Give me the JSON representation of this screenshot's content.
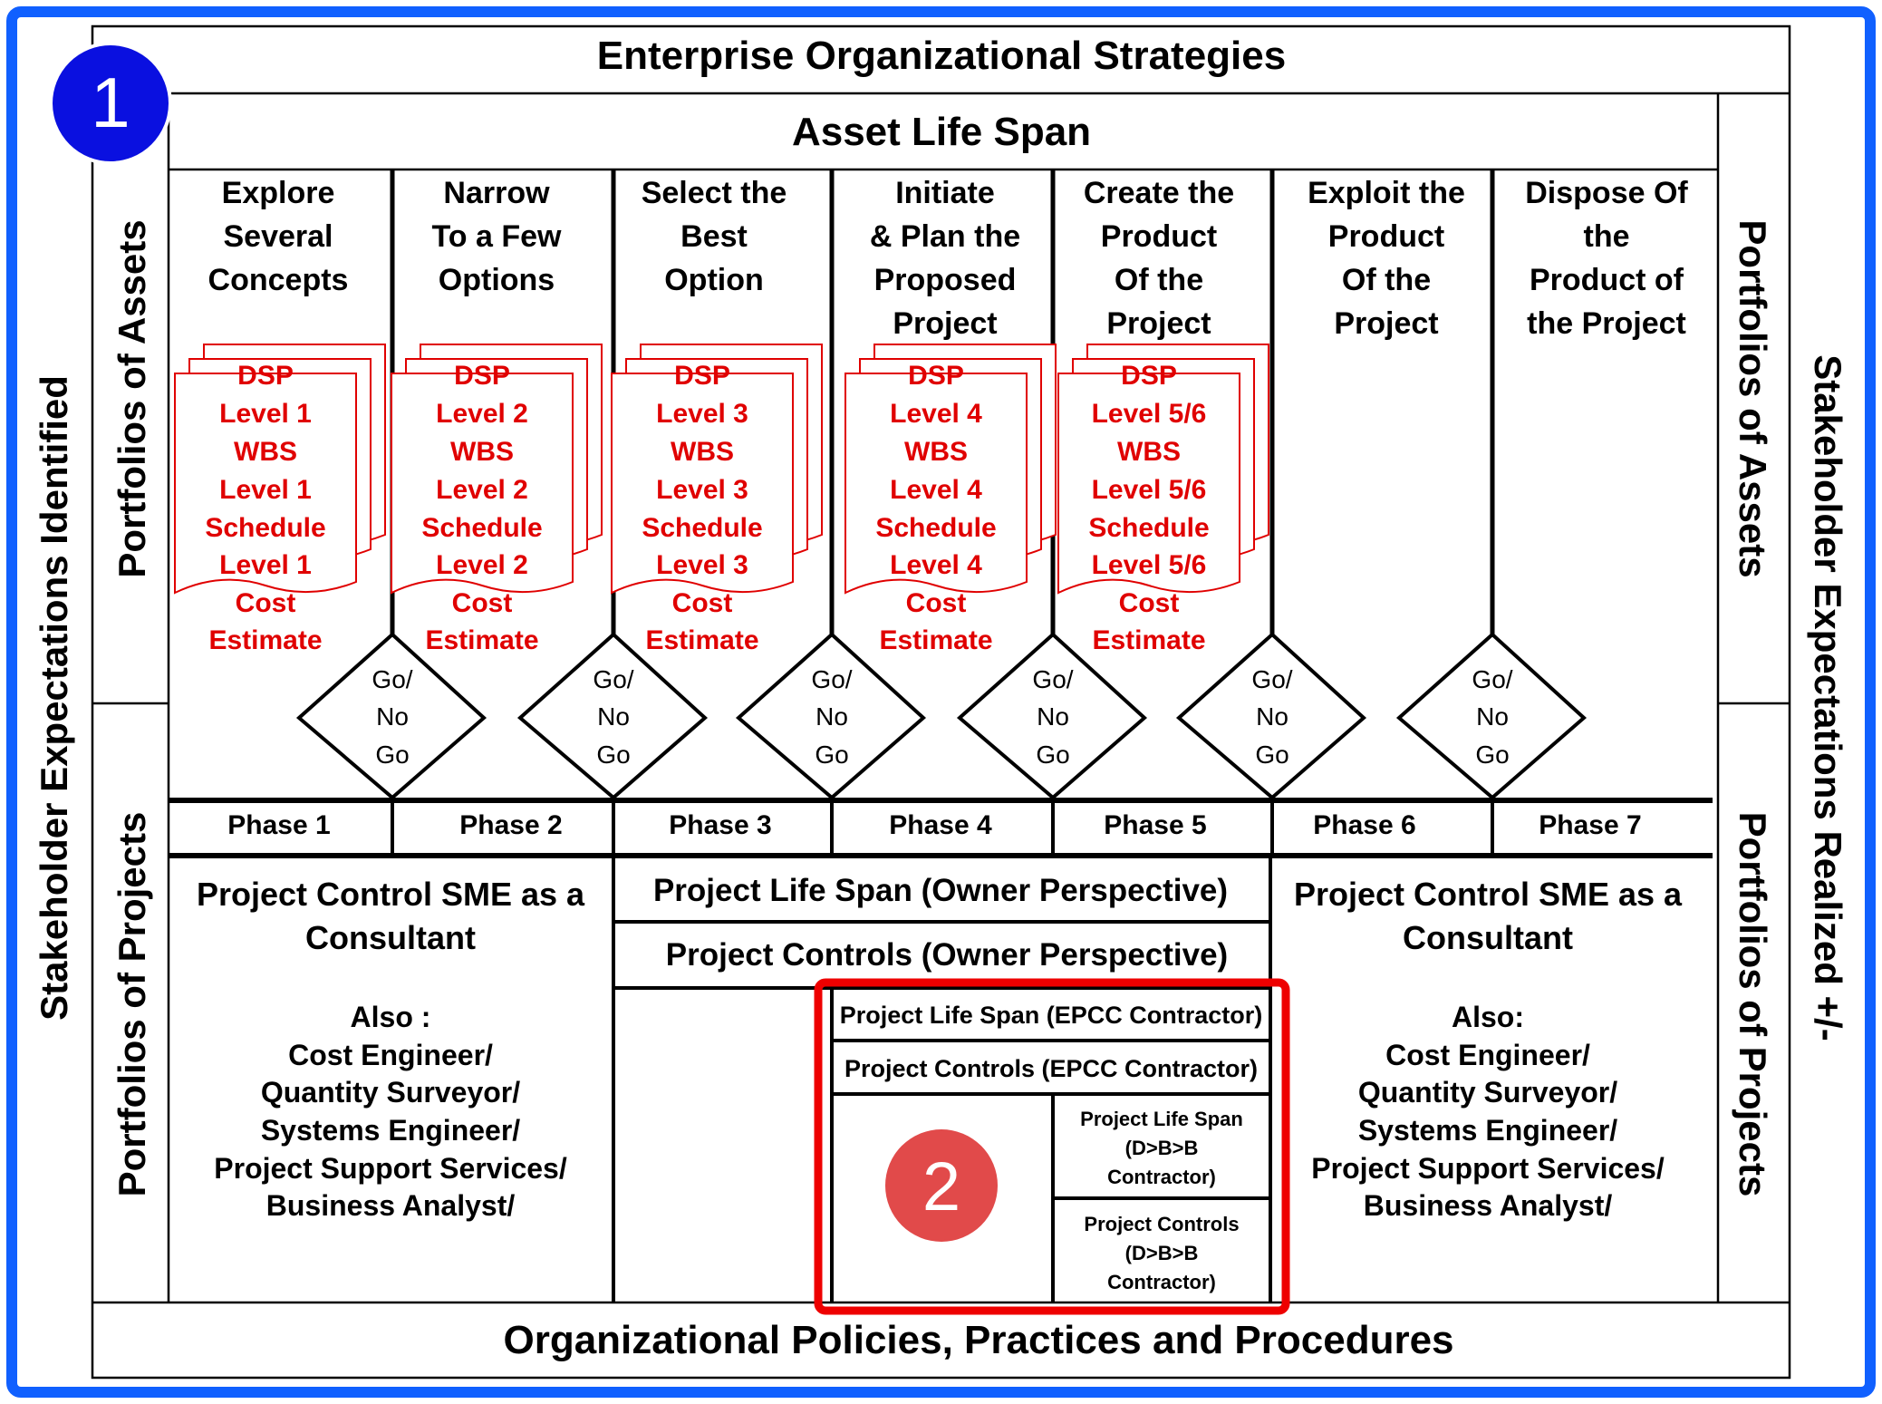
{
  "badges": {
    "one": "1",
    "two": "2"
  },
  "top_band": "Enterprise Organizational Strategies",
  "asset_band": "Asset Life Span",
  "bottom_band": "Organizational Policies, Practices and Procedures",
  "left_outer": "Stakeholder Expectations Identified",
  "right_outer": "Stakeholder Expectations Realized +/-",
  "left_assets": "Portfolios of Assets",
  "left_projects": "Portfolios of Projects",
  "right_assets": "Portfolios of Assets",
  "right_projects": "Portfolios of Projects",
  "stages": [
    [
      "Explore",
      "Several",
      "Concepts"
    ],
    [
      "Narrow",
      "To a Few",
      "Options"
    ],
    [
      "Select the",
      "Best",
      "Option"
    ],
    [
      "Initiate",
      "& Plan the",
      "Proposed",
      "Project"
    ],
    [
      "Create the",
      "Product",
      "Of the",
      "Project"
    ],
    [
      "Exploit the",
      "Product",
      "Of the",
      "Project"
    ],
    [
      "Dispose Of",
      "the",
      "Product of",
      "the Project"
    ]
  ],
  "deliverables": [
    [
      "DSP",
      "Level 1",
      "WBS",
      "Level 1",
      "Schedule",
      "Level 1",
      "Cost",
      "Estimate"
    ],
    [
      "DSP",
      "Level 2",
      "WBS",
      "Level 2",
      "Schedule",
      "Level 2",
      "Cost",
      "Estimate"
    ],
    [
      "DSP",
      "Level 3",
      "WBS",
      "Level 3",
      "Schedule",
      "Level 3",
      "Cost",
      "Estimate"
    ],
    [
      "DSP",
      "Level 4",
      "WBS",
      "Level 4",
      "Schedule",
      "Level 4",
      "Cost",
      "Estimate"
    ],
    [
      "DSP",
      "Level 5/6",
      "WBS",
      "Level 5/6",
      "Schedule",
      "Level 5/6",
      "Cost",
      "Estimate"
    ]
  ],
  "gate": [
    "Go/",
    "No",
    "Go"
  ],
  "phases": [
    "Phase 1",
    "Phase 2",
    "Phase 3",
    "Phase 4",
    "Phase 5",
    "Phase 6",
    "Phase 7"
  ],
  "left_consultant": {
    "title": [
      "Project Control SME as a",
      "Consultant"
    ],
    "roles": [
      "Also :",
      "Cost Engineer/",
      "Quantity Surveyor/",
      "Systems Engineer/",
      "Project Support Services/",
      "Business Analyst/"
    ]
  },
  "right_consultant": {
    "title": [
      "Project Control SME as a",
      "Consultant"
    ],
    "roles": [
      "Also:",
      "Cost Engineer/",
      "Quantity Surveyor/",
      "Systems Engineer/",
      "Project Support Services/",
      "Business Analyst/"
    ]
  },
  "owner_lifespan": "Project Life Span (Owner Perspective)",
  "owner_controls": "Project Controls (Owner Perspective)",
  "epcc_lifespan": "Project Life Span (EPCC Contractor)",
  "epcc_controls": "Project Controls (EPCC Contractor)",
  "dbb_lifespan": [
    "Project Life Span",
    "(D>B>B",
    "Contractor)"
  ],
  "dbb_controls": [
    "Project Controls",
    "(D>B>B",
    "Contractor)"
  ],
  "colors": {
    "frame": "#1060ff",
    "badge_blue": "#0a10e0",
    "badge_red": "#e14a4a",
    "highlight": "#ee0000",
    "doc_red": "#e00000"
  }
}
